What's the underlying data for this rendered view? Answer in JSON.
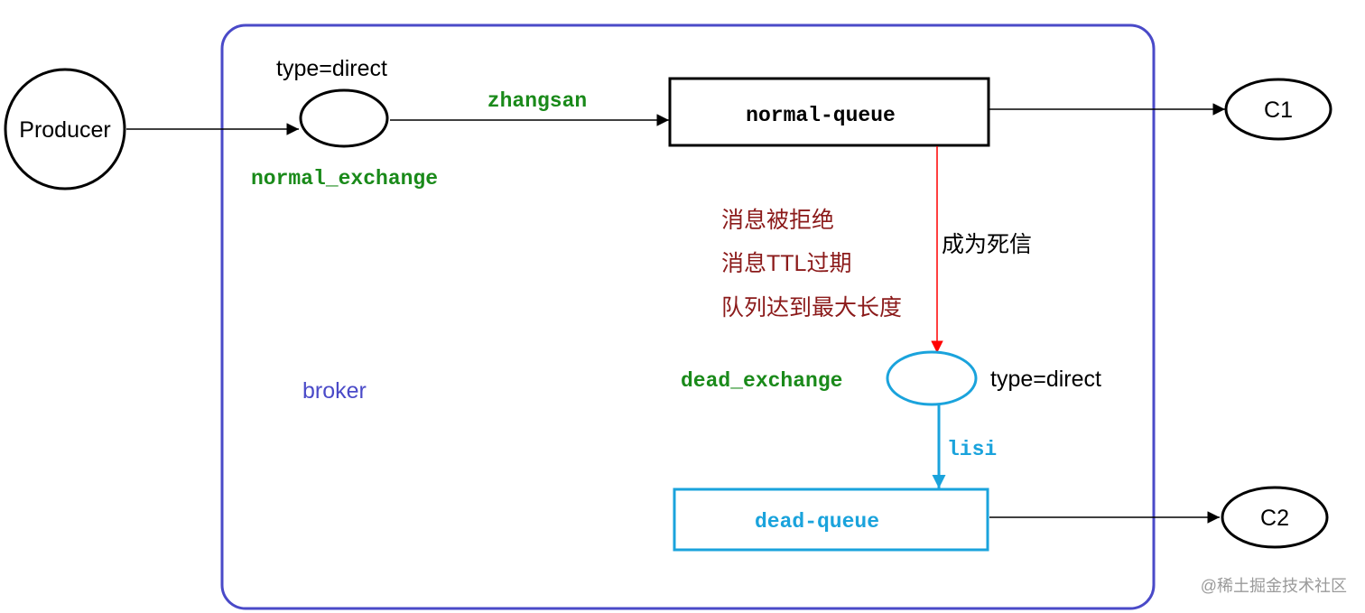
{
  "colors": {
    "broker_border": "#4a4ac8",
    "broker_label": "#4a4ac8",
    "green_label": "#1a8a1a",
    "dead_blue": "#1aa3dc",
    "dead_red_text": "#8b1a1a",
    "dead_letter_arrow": "#ff0000",
    "black": "#000000",
    "watermark": "#9a9a9a"
  },
  "producer": {
    "label": "Producer"
  },
  "broker": {
    "label": "broker"
  },
  "normal_exchange": {
    "name": "normal_exchange",
    "type": "type=direct"
  },
  "routing_normal": {
    "key": "zhangsan"
  },
  "normal_queue": {
    "name": "normal-queue"
  },
  "consumer1": {
    "label": "C1"
  },
  "dead_letter": {
    "arrow_label": "成为死信",
    "reasons": [
      "消息被拒绝",
      "消息TTL过期",
      "队列达到最大长度"
    ]
  },
  "dead_exchange": {
    "name": "dead_exchange",
    "type": "type=direct"
  },
  "routing_dead": {
    "key": "lisi"
  },
  "dead_queue": {
    "name": "dead-queue"
  },
  "consumer2": {
    "label": "C2"
  },
  "watermark": {
    "text": "@稀土掘金技术社区"
  }
}
